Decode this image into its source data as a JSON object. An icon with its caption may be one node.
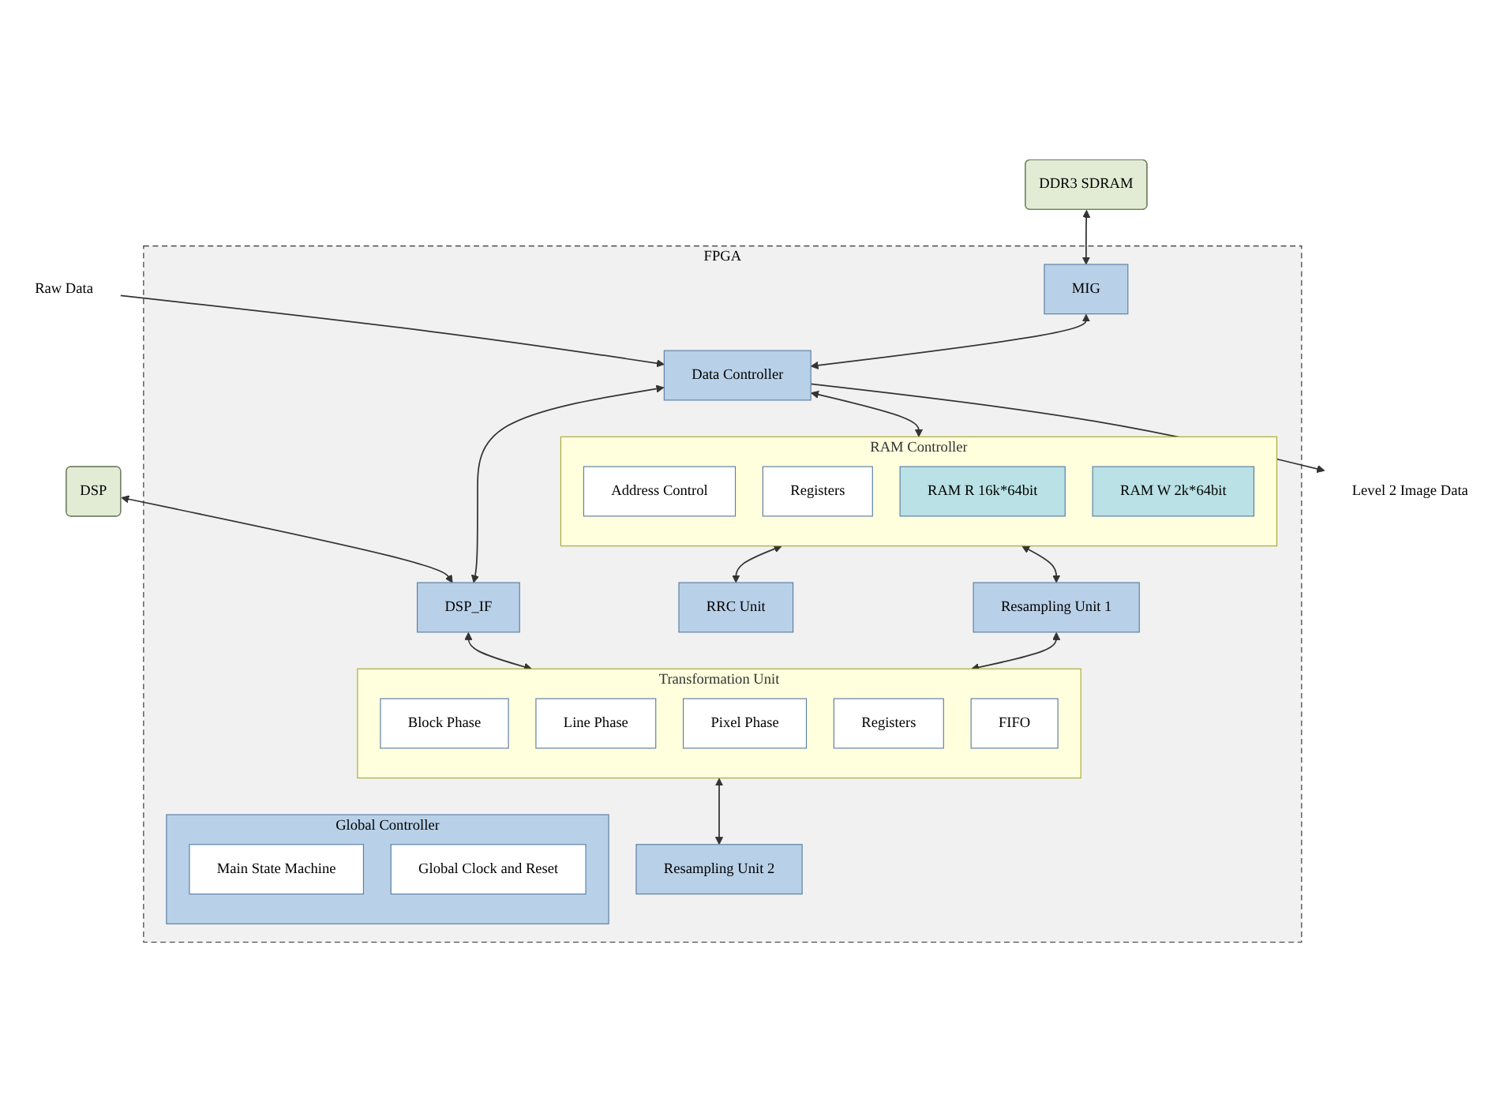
{
  "diagram": {
    "nodes": [
      {
        "text": [
          "DDR3 SDRAM"
        ]
      },
      {
        "text": [
          "DSP"
        ]
      },
      {
        "text": [
          "FPGA"
        ]
      },
      {
        "text": [
          "MIG"
        ],
        "in": 2
      },
      {
        "text": [
          "Data Controller"
        ],
        "in": 2
      },
      {
        "text": [
          "DSP_IF"
        ],
        "in": 2
      },
      {
        "text": [
          "RAM Controller"
        ],
        "in": 2
      },
      {
        "text": [
          "Address Control"
        ],
        "in": 6
      },
      {
        "text": [
          "Registers"
        ],
        "in": 6
      },
      {
        "text": [
          "RAM R 16k*64bit"
        ],
        "in": 6
      },
      {
        "text": [
          "RAM W 2k*64bit"
        ],
        "in": 6
      },
      {
        "text": [
          "Transformation Unit"
        ],
        "in": 2
      },
      {
        "text": [
          "Block Phase"
        ],
        "in": 11
      },
      {
        "text": [
          "Line Phase"
        ],
        "in": 11
      },
      {
        "text": [
          "Pixel Phase"
        ],
        "in": 11
      },
      {
        "text": [
          "Registers"
        ],
        "in": 11
      },
      {
        "text": [
          "FIFO"
        ],
        "in": 11
      },
      {
        "text": [
          "Global Controller"
        ],
        "in": 2
      },
      {
        "text": [
          "Main State Machine"
        ],
        "in": 17
      },
      {
        "text": [
          "Global Clock and Reset"
        ],
        "in": 17
      },
      {
        "text": [
          "RRC Unit"
        ],
        "in": 2
      },
      {
        "text": [
          "Resampling Unit 1"
        ],
        "in": 2
      },
      {
        "text": [
          "Resampling Unit 2"
        ],
        "in": 2
      },
      {
        "text": [
          "Raw Data"
        ]
      },
      {
        "text": [
          "Level 2 Image Data"
        ]
      }
    ],
    "edges": [
      {
        "from": 0,
        "to": 3,
        "arrow": "both"
      },
      {
        "from": 23,
        "to": 4,
        "arrow": "to"
      },
      {
        "from": 4,
        "to": 24,
        "arrow": "to"
      },
      {
        "from": 1,
        "to": 5,
        "arrow": "both"
      },
      {
        "from": 3,
        "to": 4,
        "arrow": "both"
      },
      {
        "from": 4,
        "to": 5,
        "arrow": "both"
      },
      {
        "from": 4,
        "to": 6,
        "arrow": "both"
      },
      {
        "from": 5,
        "to": 11,
        "arrow": "both"
      },
      {
        "from": 6,
        "to": 20,
        "arrow": "both"
      },
      {
        "from": 6,
        "to": 21,
        "arrow": "both"
      },
      {
        "from": 21,
        "to": 11,
        "arrow": "both"
      },
      {
        "from": 11,
        "to": 22,
        "arrow": "both"
      }
    ]
  }
}
